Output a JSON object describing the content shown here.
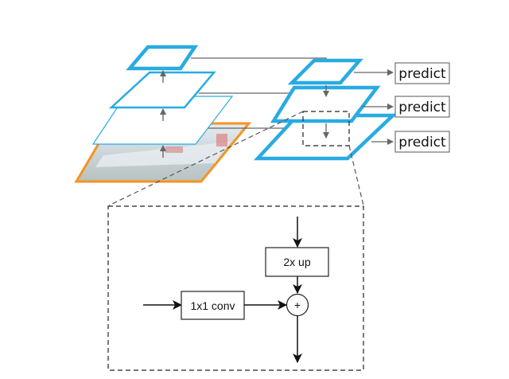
{
  "diagram": {
    "title": "Feature Pyramid Network",
    "predict_boxes": [
      {
        "label": "predict"
      },
      {
        "label": "predict"
      },
      {
        "label": "predict"
      }
    ],
    "detail_block": {
      "upsample_label": "2x up",
      "lateral_label": "1x1 conv",
      "merge_symbol": "+"
    },
    "colors": {
      "pyramid_blue": "#29abe2",
      "image_border": "#f7931e",
      "arrow_gray": "#666666",
      "dashed": "#333333"
    }
  }
}
